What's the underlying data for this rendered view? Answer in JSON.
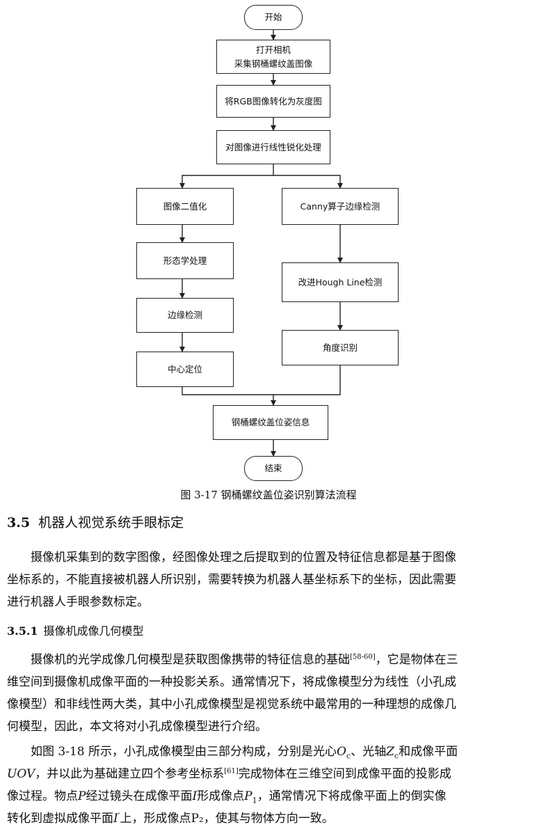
{
  "flowchart": {
    "start": "开始",
    "step1_l1": "打开相机",
    "step1_l2": "采集钢桶螺纹盖图像",
    "step2": "将RGB图像转化为灰度图",
    "step3": "对图像进行线性锐化处理",
    "left1": "图像二值化",
    "left2": "形态学处理",
    "left3": "边缘检测",
    "left4": "中心定位",
    "right1": "Canny算子边缘检测",
    "right2": "改进Hough Line检测",
    "right3": "角度识别",
    "merge": "钢桶螺纹盖位姿信息",
    "end": "结束"
  },
  "caption": "图 3-17  钢桶螺纹盖位姿识别算法流程",
  "section": {
    "num": "3.5",
    "title": "机器人视觉系统手眼标定"
  },
  "para1": [
    "摄像机采集到的数字图像，经图像处理之后提取到的位置及特征信息都是基于图像",
    "坐标系的，不能直接被机器人所识别，需要转换为机器人基坐标系下的坐标，因此需要",
    "进行机器人手眼参数标定。"
  ],
  "subsection": {
    "num": "3.5.1",
    "title": "摄像机成像几何模型"
  },
  "para2": {
    "l1a": "摄像机的光学成像几何模型是获取图像携带的特征信息的基础",
    "l1ref": "[58-60]",
    "l1b": "，它是物体在三",
    "l2": "维空间到摄像机成像平面的一种投影关系。通常情况下，将成像模型分为线性（小孔成",
    "l3": "像模型）和非线性两大类，其中小孔成像模型是视觉系统中最常用的一种理想的成像几",
    "l4": "何模型，因此，本文将对小孔成像模型进行介绍。"
  },
  "para3": {
    "l1a": "如图 3-18 所示，小孔成像模型由三部分构成，分别是光心",
    "oc": "O",
    "oc_sub": "c",
    "l1b": "、光轴",
    "zc": "Z",
    "zc_sub": "c",
    "l1c": "和成像平面",
    "uov": "UOV",
    "l2a": "，并以此为基础建立四个参考坐标系",
    "l2ref": "[61]",
    "l2b": "完成物体在三维空间到成像平面的投影成",
    "l3a": "像过程。物点",
    "p": "P",
    "l3b": "经过镜头在成像平面",
    "i": "I",
    "l3c": "形成像点",
    "p1": "P",
    "p1_sub": "1",
    "l3d": "，通常情况下将成像平面上的倒实像",
    "l4a": "转化到虚拟成像平面",
    "i2": "I",
    "i2_sup": "'",
    "l4b": "上，形成像点",
    "p2": "P₂",
    "l4c": "，使其与物体方向一致。"
  }
}
